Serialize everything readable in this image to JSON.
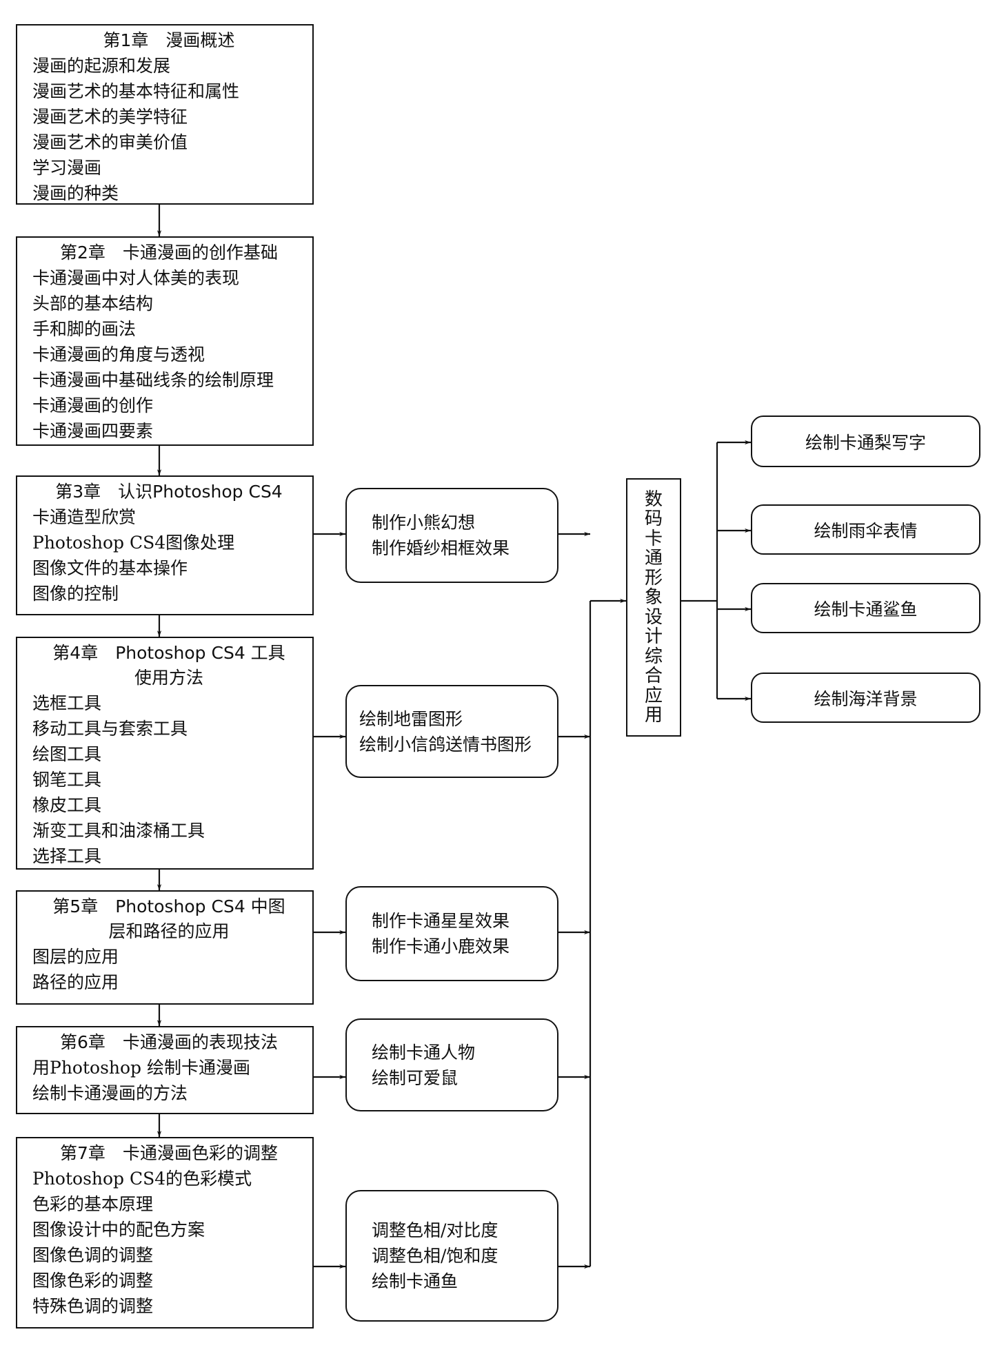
{
  "chapters": [
    {
      "title": "第1章　漫画概述",
      "items": [
        "漫画的起源和发展",
        "漫画艺术的基本特征和属性",
        "漫画艺术的美学特征",
        "漫画艺术的审美价值",
        "学习漫画",
        "漫画的种类"
      ]
    },
    {
      "title": "第2章　卡通漫画的创作基础",
      "items": [
        "卡通漫画中对人体美的表现",
        "头部的基本结构",
        "手和脚的画法",
        "卡通漫画的角度与透视",
        "卡通漫画中基础线条的绘制原理",
        "卡通漫画的创作",
        "卡通漫画四要素"
      ]
    },
    {
      "title": "第3章　认识Photoshop CS4",
      "items": [
        "卡通造型欣赏",
        "Photoshop CS4图像处理",
        "图像文件的基本操作",
        "图像的控制"
      ]
    },
    {
      "title": "第4章　Photoshop CS4 工具",
      "title2": "使用方法",
      "items": [
        "选框工具",
        "移动工具与套索工具",
        "绘图工具",
        "钢笔工具",
        "橡皮工具",
        "渐变工具和油漆桶工具",
        "选择工具"
      ]
    },
    {
      "title": "第5章　Photoshop CS4 中图",
      "title2": "层和路径的应用",
      "items": [
        "图层的应用",
        "路径的应用"
      ]
    },
    {
      "title": "第6章　卡通漫画的表现技法",
      "items": [
        "用Photoshop 绘制卡通漫画",
        "绘制卡通漫画的方法"
      ]
    },
    {
      "title": "第7章　卡通漫画色彩的调整",
      "items": [
        "Photoshop CS4的色彩模式",
        "色彩的基本原理",
        "图像设计中的配色方案",
        "图像色调的调整",
        "图像色彩的调整",
        "特殊色调的调整"
      ]
    }
  ],
  "projects": [
    {
      "items": [
        "制作小熊幻想",
        "制作婚纱相框效果"
      ]
    },
    {
      "items": [
        "绘制地雷图形",
        "绘制小信鸽送情书图形"
      ]
    },
    {
      "items": [
        "制作卡通星星效果",
        "制作卡通小鹿效果"
      ]
    },
    {
      "items": [
        "绘制卡通人物",
        "绘制可爱鼠"
      ]
    },
    {
      "items": [
        "调整色相/对比度",
        "调整色相/饱和度",
        "绘制卡通鱼"
      ]
    }
  ],
  "summary": {
    "chars": [
      "数",
      "码",
      "卡",
      "通",
      "形",
      "象",
      "设",
      "计",
      "综",
      "合",
      "应",
      "用"
    ]
  },
  "outputs": [
    "绘制卡通梨写字",
    "绘制雨伞表情",
    "绘制卡通鲨鱼",
    "绘制海洋背景"
  ]
}
